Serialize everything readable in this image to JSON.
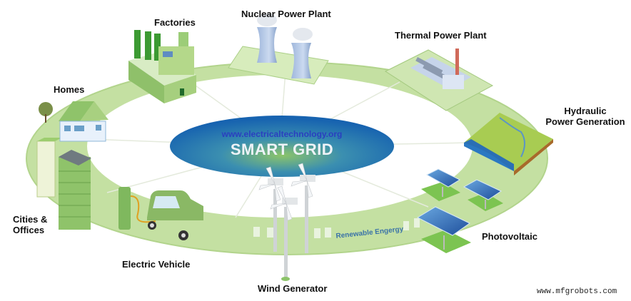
{
  "hub": {
    "url": "www.electricaltechnology.org",
    "title": "SMART GRID",
    "colors": {
      "edge": "#1f6fb8",
      "center": "#7fbf6a"
    }
  },
  "ring": {
    "outer_color": "#bcdc9a",
    "inner_color": "#ffffff",
    "band_label": "Renewable Engergy"
  },
  "nodes": [
    {
      "id": "factories",
      "label": "Factories"
    },
    {
      "id": "nuclear",
      "label": "Nuclear Power Plant"
    },
    {
      "id": "thermal",
      "label": "Thermal Power Plant"
    },
    {
      "id": "hydraulic",
      "label_line1": "Hydraulic",
      "label_line2": "Power Generation"
    },
    {
      "id": "photovoltaic",
      "label": "Photovoltaic"
    },
    {
      "id": "wind",
      "label": "Wind Generator"
    },
    {
      "id": "ev",
      "label": "Electric Vehicle"
    },
    {
      "id": "cities",
      "label_line1": "Cities &",
      "label_line2": "Offices"
    },
    {
      "id": "homes",
      "label": "Homes"
    }
  ],
  "watermark": "www.mfgrobots.com"
}
